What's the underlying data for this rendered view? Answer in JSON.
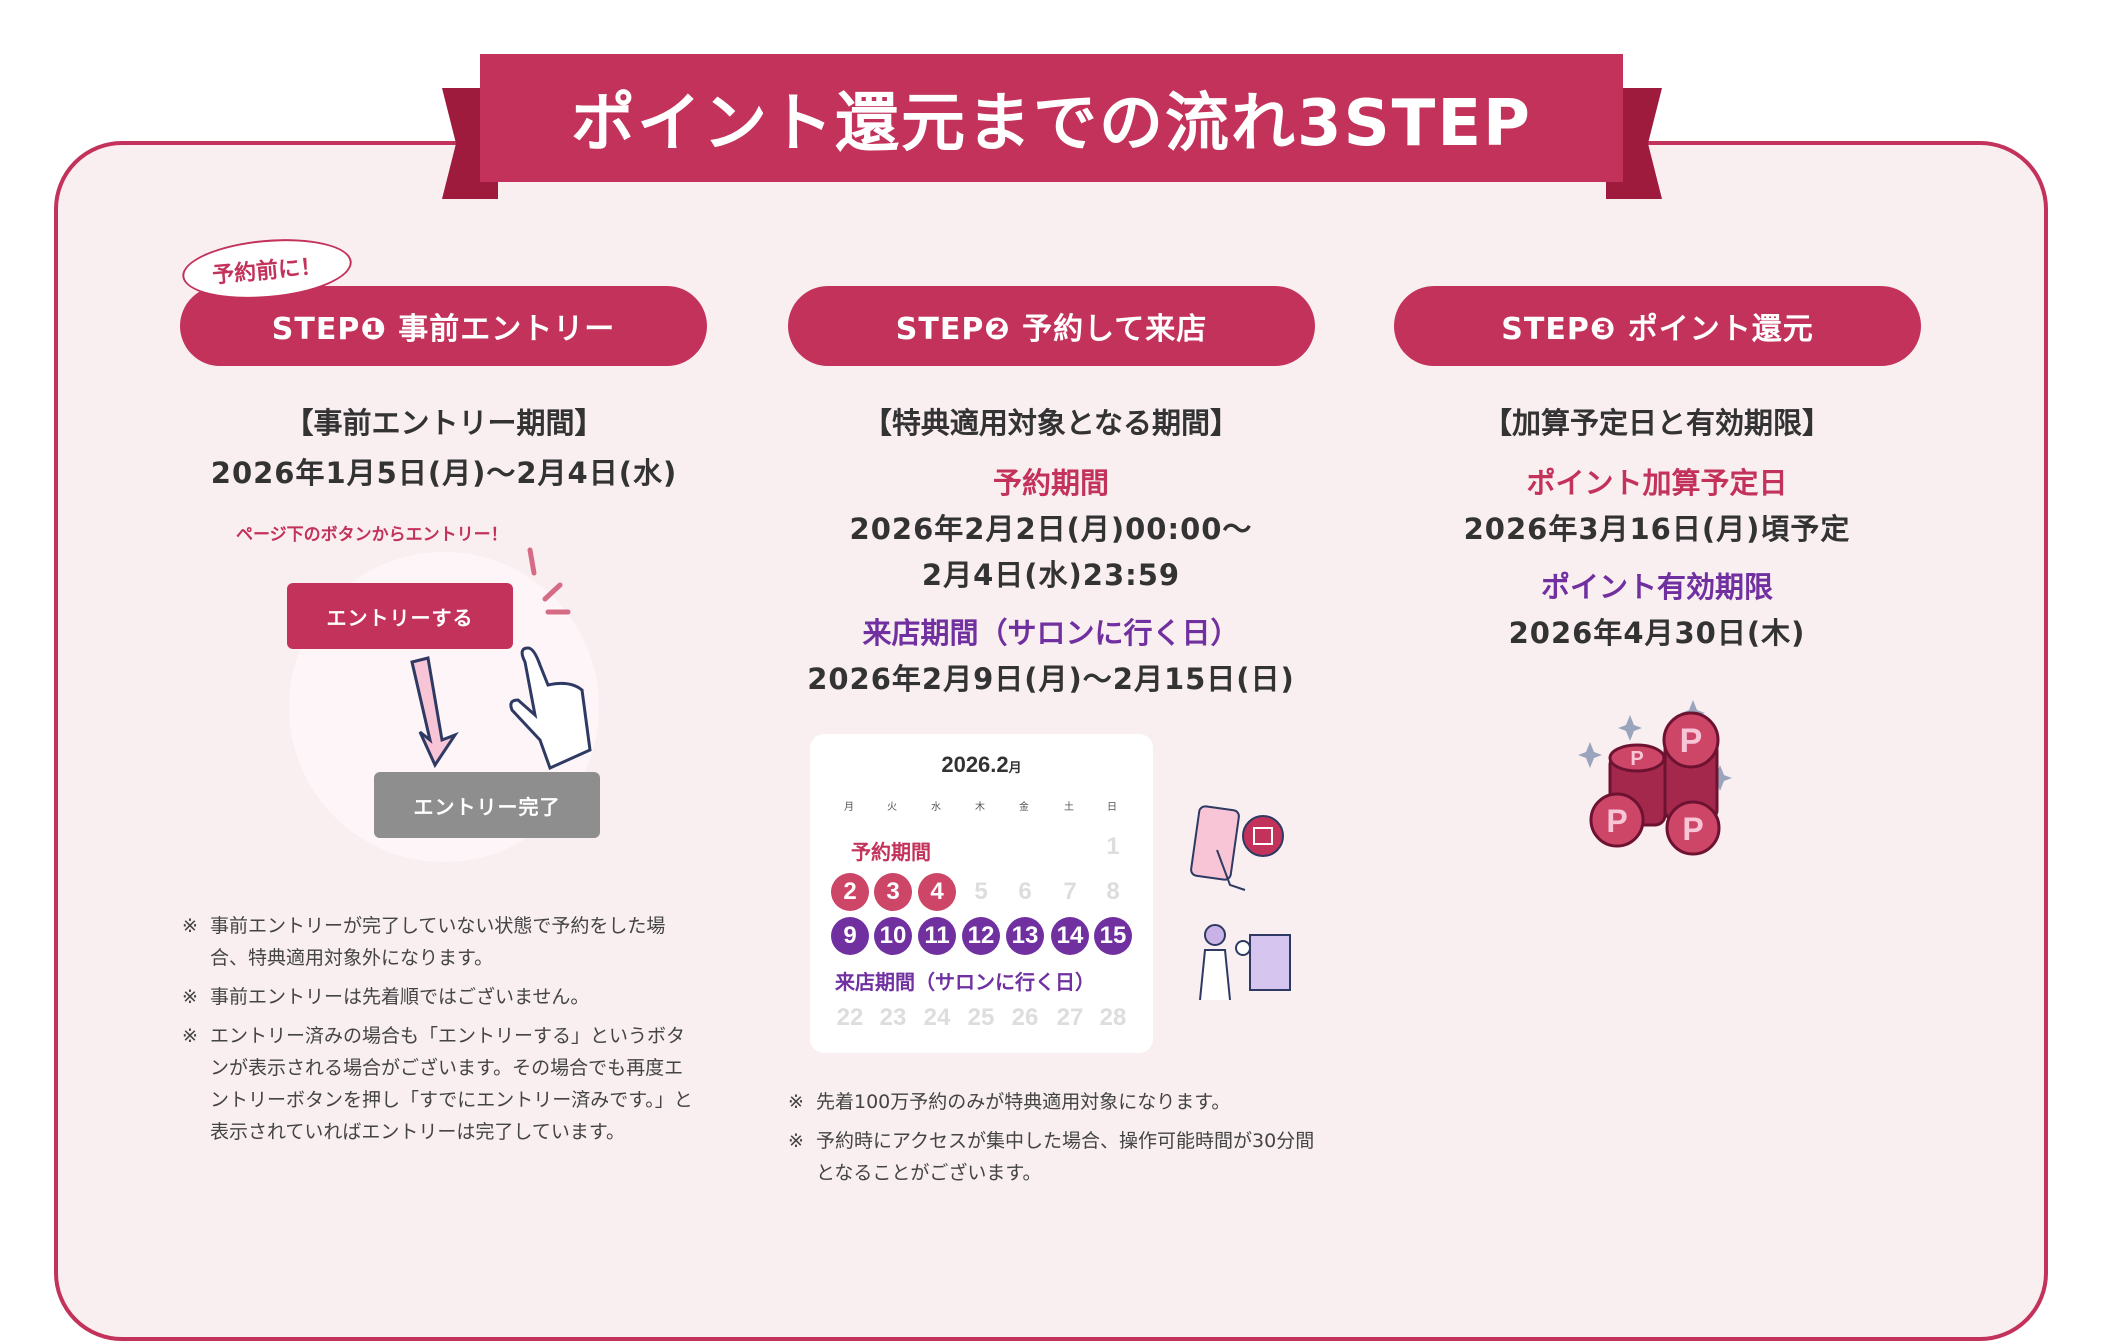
{
  "title": "ポイント還元までの流れ3STEP",
  "colors": {
    "accent": "#c3325a",
    "purple": "#7030a0",
    "bg": "#f9eff1"
  },
  "step1": {
    "bubble": "予約前に！",
    "pill": "STEP❶ 事前エントリー",
    "heading": "【事前エントリー期間】",
    "period": "2026年1月5日(月)～2月4日(水)",
    "hint": "ページ下のボタンからエントリー！",
    "entry_button": "エントリーする",
    "done_button": "エントリー完了",
    "notes": [
      {
        "mark": "※",
        "text": "事前エントリーが完了していない状態で予約をした場合、特典適用対象外になります。"
      },
      {
        "mark": "※",
        "text": "事前エントリーは先着順ではございません。"
      },
      {
        "mark": "※",
        "text": "エントリー済みの場合も「エントリーする」というボタンが表示される場合がございます。その場合でも再度エントリーボタンを押し「すでにエントリー済みです。」と表示されていればエントリーは完了しています。"
      }
    ]
  },
  "step2": {
    "pill": "STEP❷ 予約して来店",
    "heading": "【特典適用対象となる期間】",
    "reserve_label": "予約期間",
    "reserve_line1": "2026年2月2日(月)00:00～",
    "reserve_line2": "2月4日(水)23:59",
    "visit_label": "来店期間（サロンに行く日）",
    "visit_period": "2026年2月9日(月)～2月15日(日)",
    "calendar": {
      "title": "2026.2",
      "title_suffix": "月",
      "weekdays": [
        "月",
        "火",
        "水",
        "木",
        "金",
        "土",
        "日"
      ],
      "reserve_label": "予約期間",
      "visit_label": "来店期間（サロンに行く日）",
      "rows": [
        [
          null,
          null,
          null,
          null,
          null,
          null,
          1
        ],
        [
          2,
          3,
          4,
          5,
          6,
          7,
          8
        ],
        [
          9,
          10,
          11,
          12,
          13,
          14,
          15
        ],
        [
          22,
          23,
          24,
          25,
          26,
          27,
          28
        ]
      ],
      "reserve_days": [
        2,
        3,
        4
      ],
      "visit_days": [
        9,
        10,
        11,
        12,
        13,
        14,
        15
      ]
    },
    "notes": [
      {
        "mark": "※",
        "text": "先着100万予約のみが特典適用対象になります。"
      },
      {
        "mark": "※",
        "text": "予約時にアクセスが集中した場合、操作可能時間が30分間となることがございます。"
      }
    ]
  },
  "step3": {
    "pill": "STEP❸ ポイント還元",
    "heading": "【加算予定日と有効期限】",
    "add_label": "ポイント加算予定日",
    "add_date": "2026年3月16日(月)頃予定",
    "expire_label": "ポイント有効期限",
    "expire_date": "2026年4月30日(木)",
    "coin_letter": "P"
  }
}
